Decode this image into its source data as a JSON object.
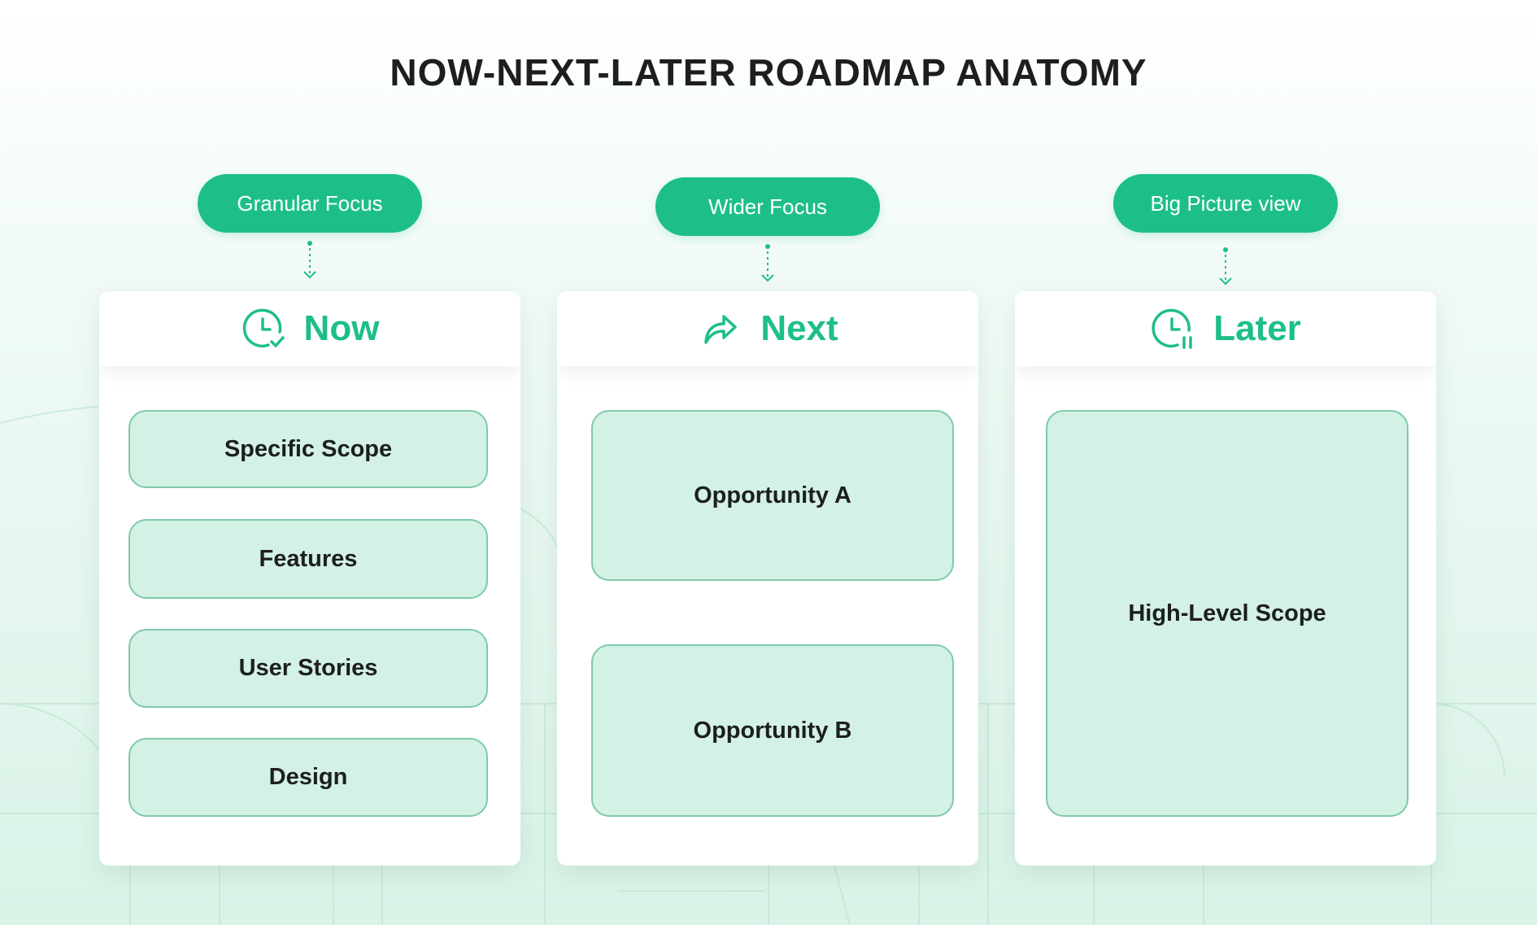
{
  "title": "NOW-NEXT-LATER ROADMAP ANATOMY",
  "colors": {
    "accent": "#1dbf87",
    "box_fill": "#d3f1e4",
    "box_border": "#7fcaa9",
    "title_text": "#1c1f1e"
  },
  "columns": [
    {
      "focus": "Granular Focus",
      "heading": "Now",
      "icon": "clock-check-icon",
      "items": [
        "Specific Scope",
        "Features",
        "User Stories",
        "Design"
      ]
    },
    {
      "focus": "Wider Focus",
      "heading": "Next",
      "icon": "share-arrow-icon",
      "items": [
        "Opportunity A",
        "Opportunity B"
      ]
    },
    {
      "focus": "Big Picture view",
      "heading": "Later",
      "icon": "clock-pause-icon",
      "items": [
        "High-Level Scope"
      ]
    }
  ]
}
